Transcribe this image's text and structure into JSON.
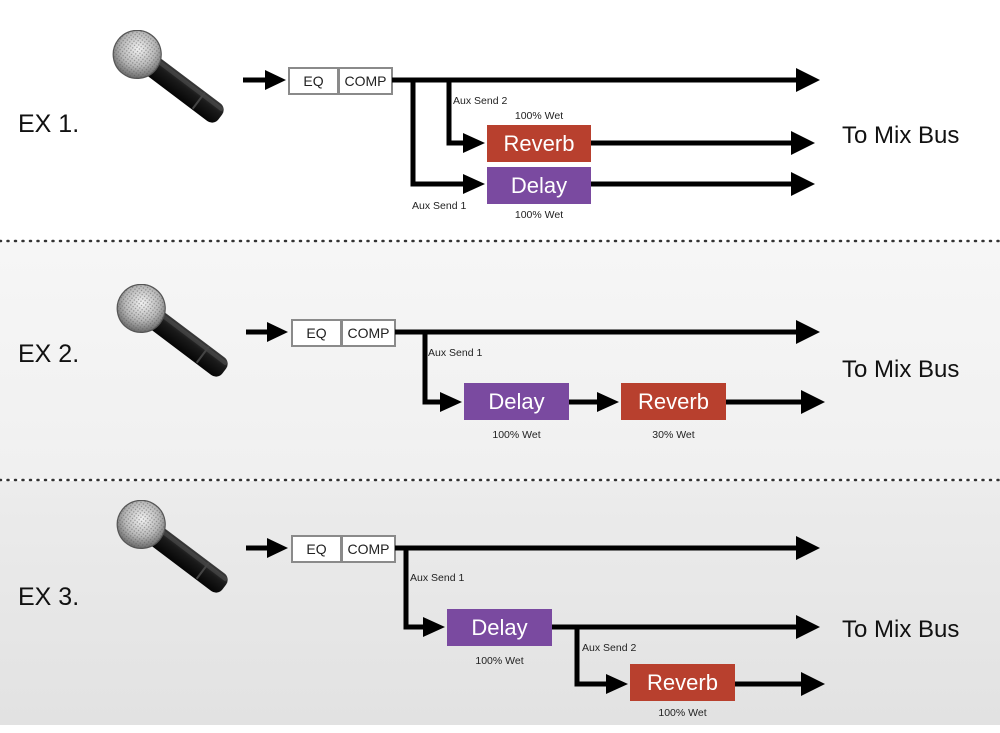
{
  "examples": [
    {
      "label": "EX 1.",
      "eq_label": "EQ",
      "comp_label": "COMP",
      "mix_bus_label": "To Mix Bus",
      "sends": [
        "Aux Send 2",
        "Aux Send 1"
      ],
      "effects": [
        {
          "name": "Reverb",
          "wet": "100% Wet"
        },
        {
          "name": "Delay",
          "wet": "100% Wet"
        }
      ]
    },
    {
      "label": "EX 2.",
      "eq_label": "EQ",
      "comp_label": "COMP",
      "mix_bus_label": "To Mix Bus",
      "sends": [
        "Aux Send 1"
      ],
      "effects": [
        {
          "name": "Delay",
          "wet": "100% Wet"
        },
        {
          "name": "Reverb",
          "wet": "30% Wet"
        }
      ]
    },
    {
      "label": "EX 3.",
      "eq_label": "EQ",
      "comp_label": "COMP",
      "mix_bus_label": "To Mix Bus",
      "sends": [
        "Aux Send 1",
        "Aux Send 2"
      ],
      "effects": [
        {
          "name": "Delay",
          "wet": "100% Wet"
        },
        {
          "name": "Reverb",
          "wet": "100% Wet"
        }
      ]
    }
  ],
  "colors": {
    "reverb": "#b8402e",
    "delay": "#7a4aa0",
    "line": "#000000",
    "separator": "#333333"
  },
  "icons": [
    "microphone-icon"
  ]
}
